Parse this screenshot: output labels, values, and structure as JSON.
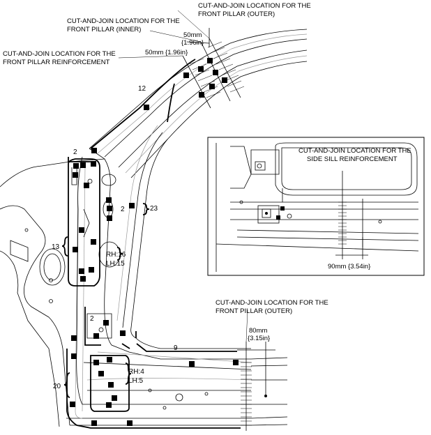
{
  "callouts": {
    "front_pillar_outer_top": [
      "CUT-AND-JOIN LOCATION FOR THE",
      "FRONT PILLAR (OUTER)"
    ],
    "front_pillar_inner": [
      "CUT-AND-JOIN LOCATION FOR THE",
      "FRONT PILLAR (INNER)"
    ],
    "front_pillar_reinforcement": [
      "CUT-AND-JOIN LOCATION FOR THE",
      "FRONT PILLAR REINFORCEMENT"
    ],
    "side_sill_reinforcement": [
      "CUT-AND-JOIN LOCATION FOR THE",
      "SIDE SILL REINFORCEMENT"
    ],
    "front_pillar_outer_bottom": [
      "CUT-AND-JOIN LOCATION FOR THE",
      "FRONT PILLAR (OUTER)"
    ]
  },
  "dimensions": {
    "dim_50_outer": [
      "50mm",
      "{1.96in}"
    ],
    "dim_50_reinf": "50mm {1.96in}",
    "dim_90_sill": "90mm {3.54in}",
    "dim_80_outer": [
      "80mm",
      "{3.15in}"
    ]
  },
  "spot_counts": {
    "c12": "12",
    "c2_top": "2",
    "c23": "23",
    "c2_mid": "2",
    "c13": "13",
    "rh16": "RH:16",
    "lh15": "LH:15",
    "c2_low": "2",
    "c9": "9",
    "rh4": "RH:4",
    "lh5": "LH:5",
    "c20": "20"
  }
}
